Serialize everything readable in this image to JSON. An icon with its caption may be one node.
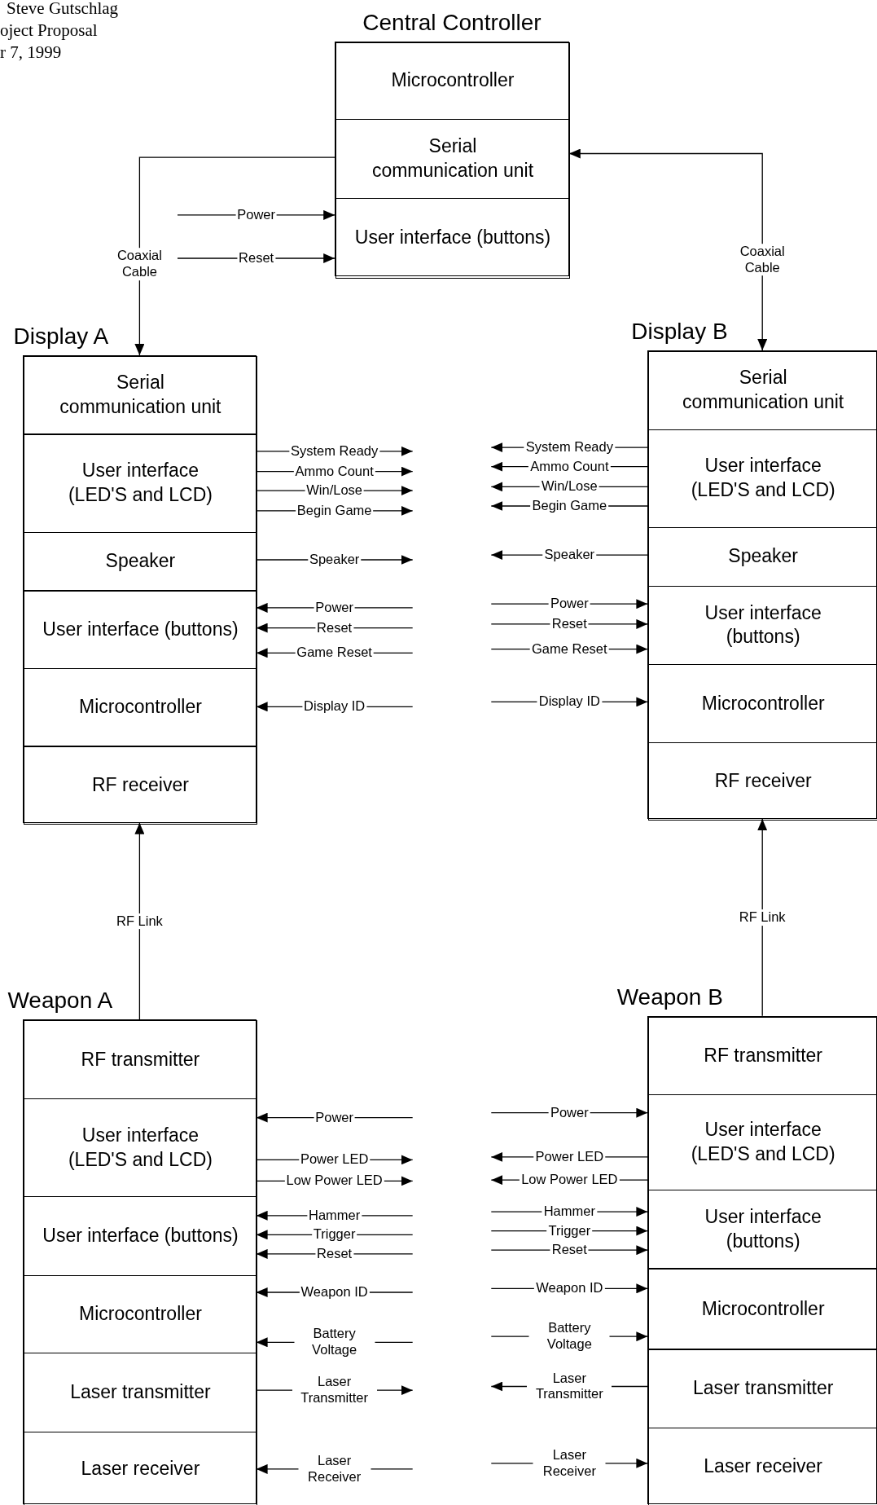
{
  "diagram": {
    "nodes": [
      {
        "text": [
          "Central Controller"
        ]
      },
      {
        "text": [
          "Microcontroller"
        ],
        "in": 0
      },
      {
        "text": [
          "Serial communication unit"
        ],
        "in": 0
      },
      {
        "text": [
          "User interface (buttons)"
        ],
        "in": 0
      },
      {
        "text": [
          "Display A"
        ]
      },
      {
        "text": [
          "Serial communication unit"
        ],
        "in": 4
      },
      {
        "text": [
          "User interface (LED'S and LCD)"
        ],
        "in": 4
      },
      {
        "text": [
          "Speaker"
        ],
        "in": 4
      },
      {
        "text": [
          "User interface (buttons)"
        ],
        "in": 4
      },
      {
        "text": [
          "Microcontroller"
        ],
        "in": 4
      },
      {
        "text": [
          "RF receiver"
        ],
        "in": 4
      },
      {
        "text": [
          "Display B"
        ]
      },
      {
        "text": [
          "Serial communication unit"
        ],
        "in": 11
      },
      {
        "text": [
          "User interface (LED'S and LCD)"
        ],
        "in": 11
      },
      {
        "text": [
          "Speaker"
        ],
        "in": 11
      },
      {
        "text": [
          "User interface (buttons)"
        ],
        "in": 11
      },
      {
        "text": [
          "Microcontroller"
        ],
        "in": 11
      },
      {
        "text": [
          "RF receiver"
        ],
        "in": 11
      },
      {
        "text": [
          "Weapon A"
        ]
      },
      {
        "text": [
          "RF transmitter"
        ],
        "in": 18
      },
      {
        "text": [
          "User interface (LED'S and LCD)"
        ],
        "in": 18
      },
      {
        "text": [
          "User interface (buttons)"
        ],
        "in": 18
      },
      {
        "text": [
          "Microcontroller"
        ],
        "in": 18
      },
      {
        "text": [
          "Laser transmitter"
        ],
        "in": 18
      },
      {
        "text": [
          "Laser receiver"
        ],
        "in": 18
      },
      {
        "text": [
          "Weapon B"
        ]
      },
      {
        "text": [
          "RF transmitter"
        ],
        "in": 25
      },
      {
        "text": [
          "User interface (LED'S and LCD)"
        ],
        "in": 25
      },
      {
        "text": [
          "User interface (buttons)"
        ],
        "in": 25
      },
      {
        "text": [
          "Microcontroller"
        ],
        "in": 25
      },
      {
        "text": [
          "Laser transmitter"
        ],
        "in": 25
      },
      {
        "text": [
          "Laser receiver"
        ],
        "in": 25
      }
    ],
    "edges": [
      {
        "from": null,
        "to": 3,
        "arrow": "to",
        "label": "Power"
      },
      {
        "from": null,
        "to": 3,
        "arrow": "to",
        "label": "Reset"
      },
      {
        "from": 2,
        "to": 5,
        "arrow": "to",
        "label": "Coaxial Cable"
      },
      {
        "from": 2,
        "to": 12,
        "arrow": "both",
        "label": "Coaxial Cable"
      },
      {
        "from": 6,
        "to": null,
        "arrow": "to",
        "label": "System Ready"
      },
      {
        "from": 6,
        "to": null,
        "arrow": "to",
        "label": "Ammo Count"
      },
      {
        "from": 6,
        "to": null,
        "arrow": "to",
        "label": "Win/Lose"
      },
      {
        "from": 6,
        "to": null,
        "arrow": "to",
        "label": "Begin Game"
      },
      {
        "from": 7,
        "to": null,
        "arrow": "to",
        "label": "Speaker"
      },
      {
        "from": null,
        "to": 8,
        "arrow": "to",
        "label": "Power"
      },
      {
        "from": null,
        "to": 8,
        "arrow": "to",
        "label": "Reset"
      },
      {
        "from": null,
        "to": 8,
        "arrow": "to",
        "label": "Game Reset"
      },
      {
        "from": null,
        "to": 9,
        "arrow": "to",
        "label": "Display ID"
      },
      {
        "from": 13,
        "to": null,
        "arrow": "to",
        "label": "System Ready"
      },
      {
        "from": 13,
        "to": null,
        "arrow": "to",
        "label": "Ammo Count"
      },
      {
        "from": 13,
        "to": null,
        "arrow": "to",
        "label": "Win/Lose"
      },
      {
        "from": 13,
        "to": null,
        "arrow": "to",
        "label": "Begin Game"
      },
      {
        "from": 14,
        "to": null,
        "arrow": "to",
        "label": "Speaker"
      },
      {
        "from": null,
        "to": 15,
        "arrow": "to",
        "label": "Power"
      },
      {
        "from": null,
        "to": 15,
        "arrow": "to",
        "label": "Reset"
      },
      {
        "from": null,
        "to": 15,
        "arrow": "to",
        "label": "Game Reset"
      },
      {
        "from": null,
        "to": 16,
        "arrow": "to",
        "label": "Display ID"
      },
      {
        "from": 19,
        "to": 10,
        "arrow": "to",
        "label": "RF Link"
      },
      {
        "from": 26,
        "to": 17,
        "arrow": "to",
        "label": "RF Link"
      },
      {
        "from": null,
        "to": 20,
        "arrow": "to",
        "label": "Power"
      },
      {
        "from": 20,
        "to": null,
        "arrow": "to",
        "label": "Power LED"
      },
      {
        "from": 20,
        "to": null,
        "arrow": "to",
        "label": "Low Power LED"
      },
      {
        "from": null,
        "to": 21,
        "arrow": "to",
        "label": "Hammer"
      },
      {
        "from": null,
        "to": 21,
        "arrow": "to",
        "label": "Trigger"
      },
      {
        "from": null,
        "to": 21,
        "arrow": "to",
        "label": "Reset"
      },
      {
        "from": null,
        "to": 22,
        "arrow": "to",
        "label": "Weapon ID"
      },
      {
        "from": null,
        "to": 22,
        "arrow": "to",
        "label": "Battery Voltage"
      },
      {
        "from": 23,
        "to": null,
        "arrow": "to",
        "label": "Laser Transmitter"
      },
      {
        "from": null,
        "to": 24,
        "arrow": "to",
        "label": "Laser Receiver"
      },
      {
        "from": null,
        "to": 27,
        "arrow": "to",
        "label": "Power"
      },
      {
        "from": 27,
        "to": null,
        "arrow": "to",
        "label": "Power LED"
      },
      {
        "from": 27,
        "to": null,
        "arrow": "to",
        "label": "Low Power LED"
      },
      {
        "from": null,
        "to": 28,
        "arrow": "to",
        "label": "Hammer"
      },
      {
        "from": null,
        "to": 28,
        "arrow": "to",
        "label": "Trigger"
      },
      {
        "from": null,
        "to": 28,
        "arrow": "to",
        "label": "Reset"
      },
      {
        "from": null,
        "to": 29,
        "arrow": "to",
        "label": "Weapon ID"
      },
      {
        "from": null,
        "to": 29,
        "arrow": "to",
        "label": "Battery Voltage"
      },
      {
        "from": 30,
        "to": null,
        "arrow": "to",
        "label": "Laser Transmitter"
      },
      {
        "from": null,
        "to": 31,
        "arrow": "to",
        "label": "Laser Receiver"
      }
    ],
    "labels": [
      "Steve Gutschlag",
      "oject Proposal",
      "r 7, 1999"
    ]
  }
}
